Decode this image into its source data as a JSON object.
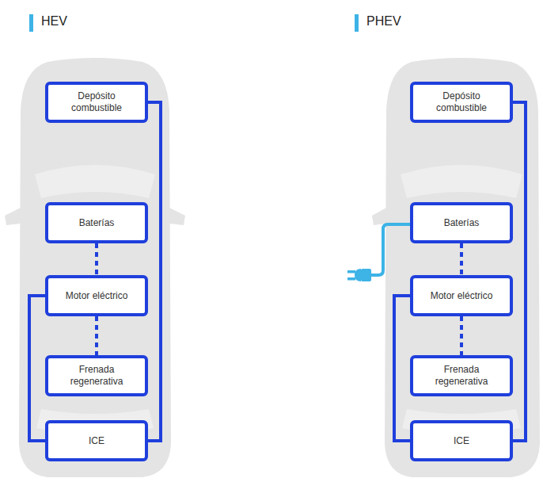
{
  "diagram": {
    "nodes": [
      {
        "text": [
          "Depósito combustible"
        ]
      },
      {
        "text": [
          "Baterías"
        ]
      },
      {
        "text": [
          "Motor eléctrico"
        ]
      },
      {
        "text": [
          "Frenada regenerativa"
        ]
      },
      {
        "text": [
          "ICE"
        ]
      },
      {
        "text": [
          "Depósito combustible"
        ]
      },
      {
        "text": [
          "Baterías"
        ]
      },
      {
        "text": [
          "Motor eléctrico"
        ]
      },
      {
        "text": [
          "Frenada regenerativa"
        ]
      },
      {
        "text": [
          "ICE"
        ]
      }
    ],
    "edges": [
      {
        "from": 0,
        "to": 4,
        "arrow": "none"
      },
      {
        "from": 1,
        "to": 2,
        "arrow": "none"
      },
      {
        "from": 2,
        "to": 3,
        "arrow": "none"
      },
      {
        "from": 2,
        "to": 4,
        "arrow": "none"
      },
      {
        "from": 5,
        "to": 9,
        "arrow": "none"
      },
      {
        "from": 6,
        "to": 7,
        "arrow": "none"
      },
      {
        "from": 7,
        "to": 8,
        "arrow": "none"
      },
      {
        "from": 7,
        "to": 9,
        "arrow": "none"
      }
    ],
    "labels": [
      "HEV",
      "PHEV"
    ]
  }
}
